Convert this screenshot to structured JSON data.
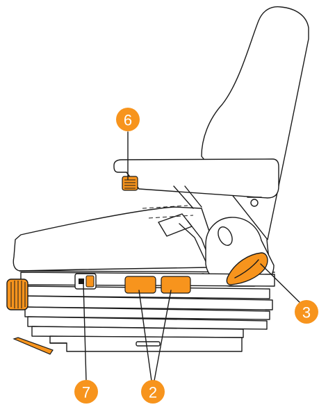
{
  "colors": {
    "accent": "#F7941D",
    "accent_dark": "#C76A00",
    "outline": "#1a1a1a",
    "background": "#ffffff"
  },
  "callouts": [
    {
      "id": "callout-6",
      "label": "6"
    },
    {
      "id": "callout-3",
      "label": "3"
    },
    {
      "id": "callout-7",
      "label": "7"
    },
    {
      "id": "callout-2",
      "label": "2"
    }
  ]
}
